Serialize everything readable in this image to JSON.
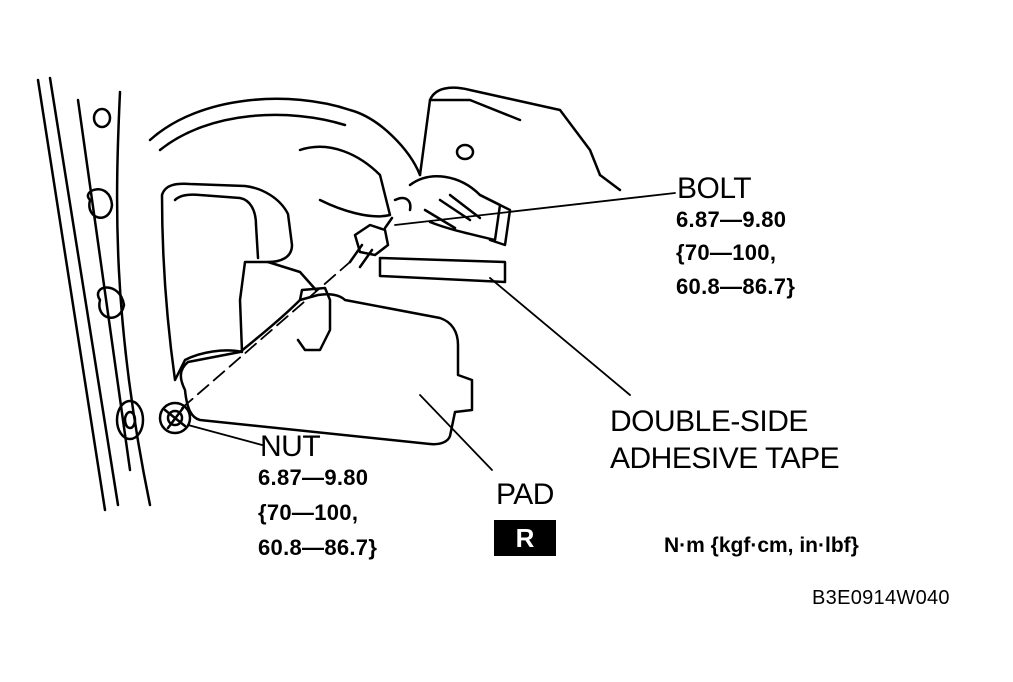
{
  "bolt": {
    "label": "BOLT",
    "torque_lines": [
      "6.87—9.80",
      "{70—100,",
      "60.8—86.7}"
    ]
  },
  "nut": {
    "label": "NUT",
    "torque_lines": [
      "6.87—9.80",
      "{70—100,",
      "60.8—86.7}"
    ]
  },
  "tape": {
    "lines": [
      "DOUBLE-SIDE",
      "ADHESIVE TAPE"
    ]
  },
  "pad": {
    "label": "PAD",
    "badge": "R"
  },
  "units": "N·m {kgf·cm, in·lbf}",
  "figure_code": "B3E0914W040"
}
